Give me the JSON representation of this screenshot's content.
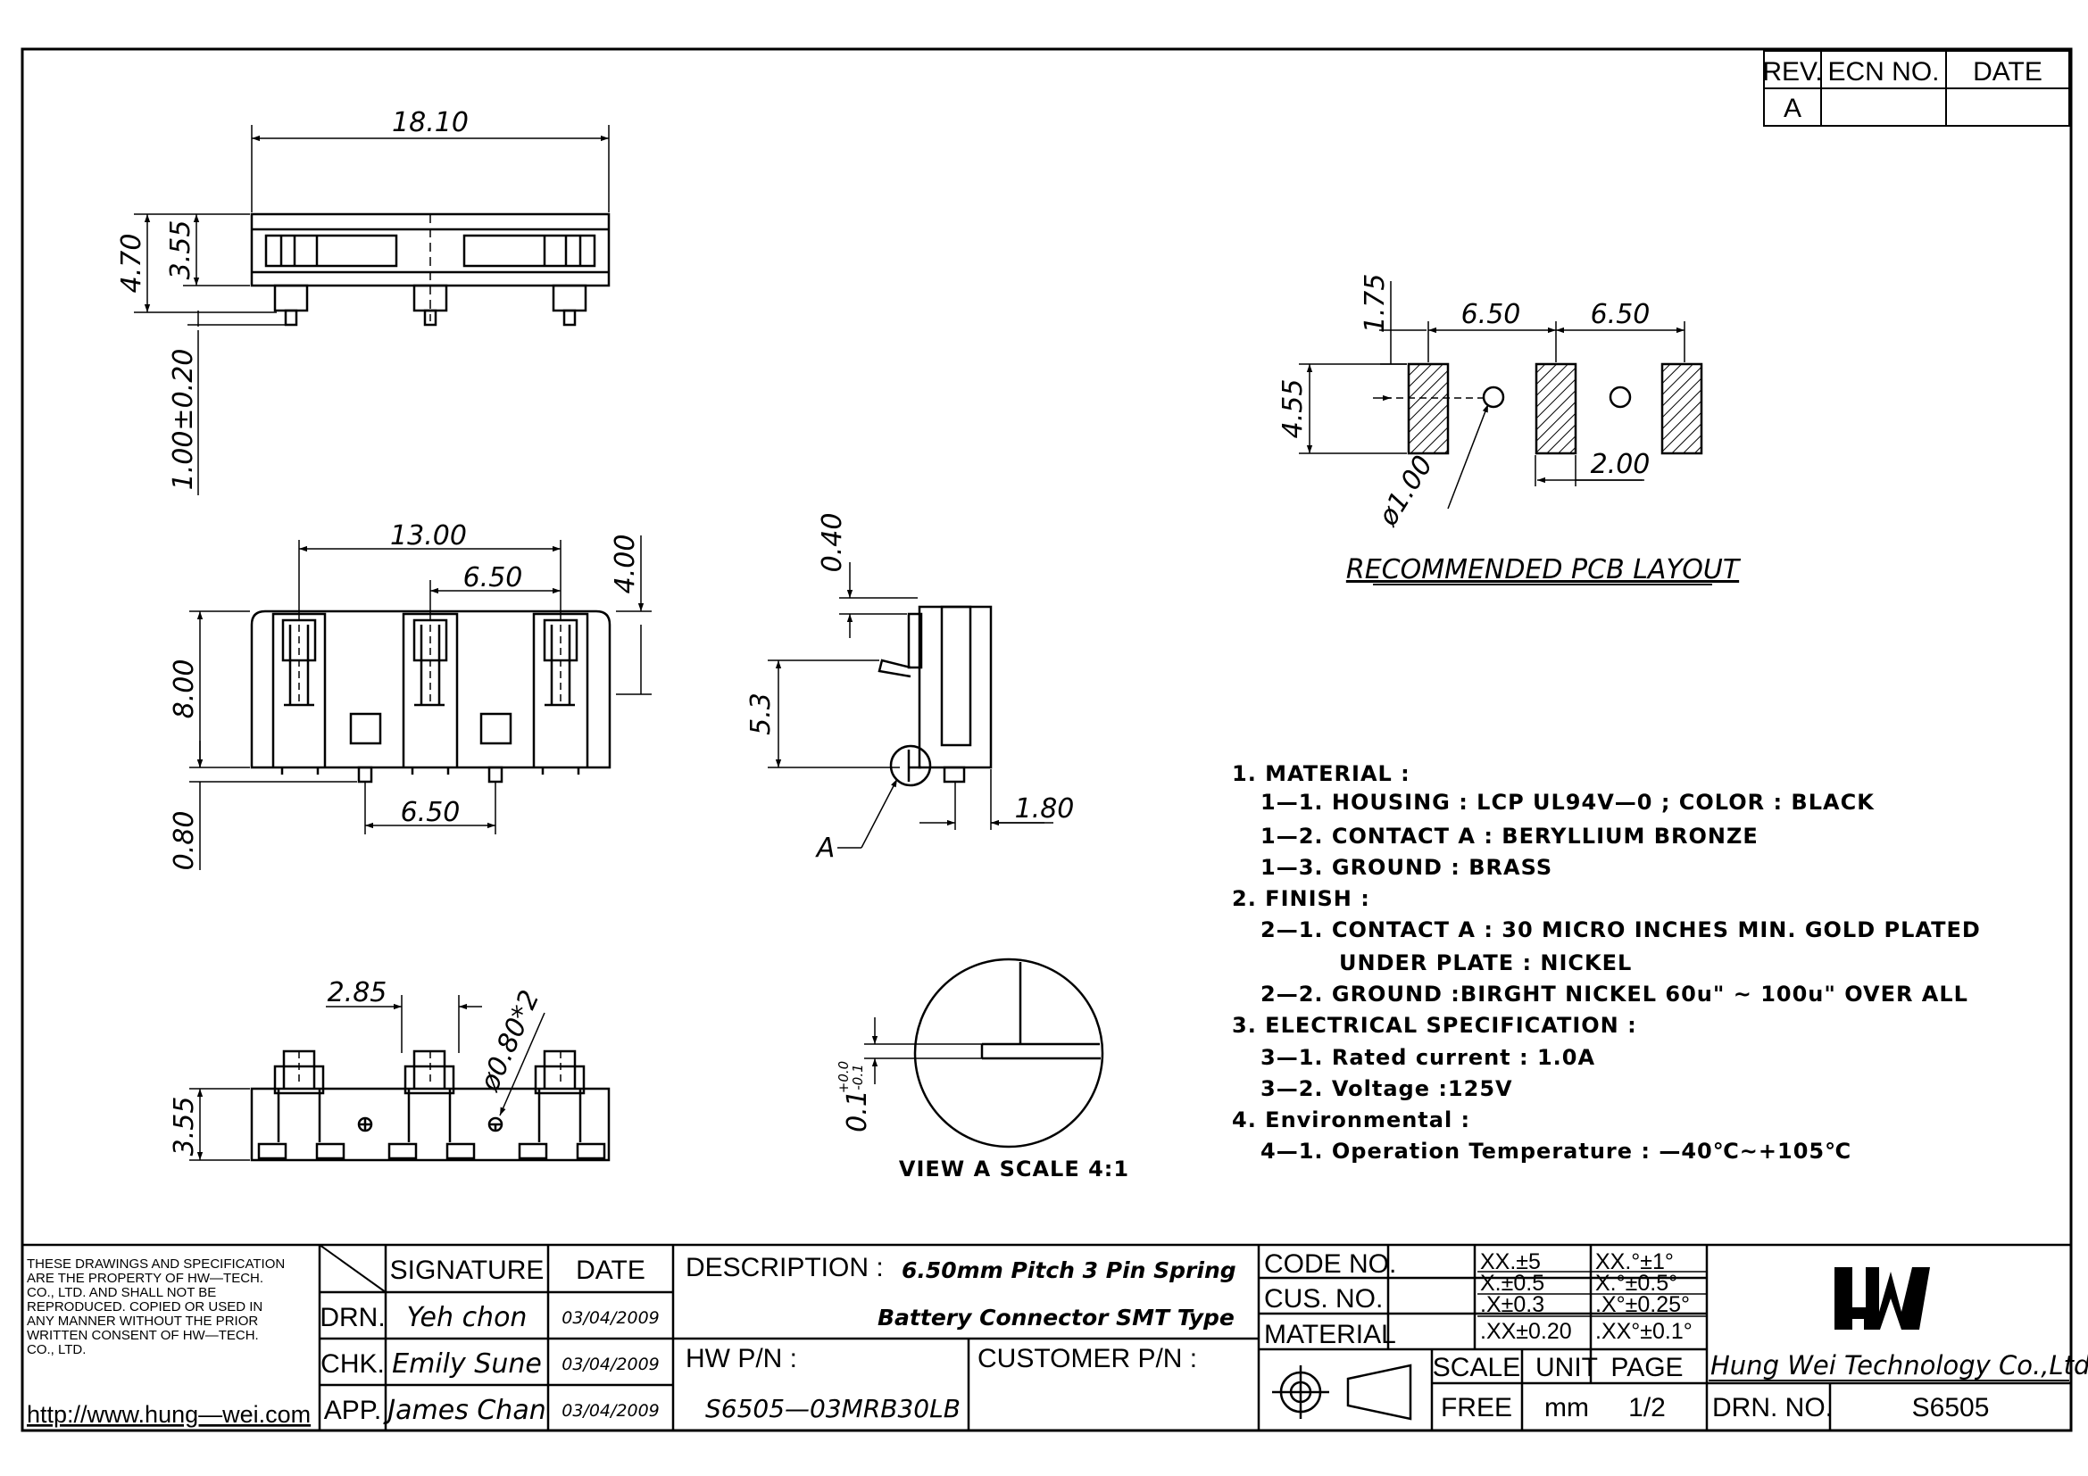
{
  "revision_block": {
    "rev_header": "REV.",
    "ecn_header": "ECN NO.",
    "date_header": "DATE",
    "rev_value": "A"
  },
  "top_view": {
    "width_dim": "18.10",
    "height_dim": "4.70",
    "body_dim": "3.55",
    "lead_dim": "1.00±0.20"
  },
  "front_view": {
    "outer_pitch_dim": "13.00",
    "pitch_dim": "6.50",
    "top_dim": "4.00",
    "height_dim": "8.00",
    "bottom_pitch_dim": "6.50",
    "bottom_dim": "0.80"
  },
  "bottom_view": {
    "offset_dim": "2.85",
    "hole_dim": "ø0.80*2",
    "height_dim": "3.55"
  },
  "side_view": {
    "top_dim": "0.40",
    "height_dim": "5.3",
    "depth_dim": "1.80",
    "detail_label": "A"
  },
  "view_a": {
    "tolerance_dim": "0.1",
    "tol_plus": "+0.0",
    "tol_minus": "-0.1",
    "caption": "VIEW A SCALE 4:1"
  },
  "pcb_layout": {
    "top_dim": "1.75",
    "pitch_dim_1": "6.50",
    "pitch_dim_2": "6.50",
    "height_dim": "4.55",
    "pad_dim": "2.00",
    "hole_dim": "ø1.00",
    "title": "RECOMMENDED PCB LAYOUT"
  },
  "notes": [
    "1. MATERIAL :",
    "1—1. HOUSING : LCP UL94V—0 ; COLOR : BLACK",
    "1—2. CONTACT A : BERYLLIUM BRONZE",
    "1—3. GROUND : BRASS",
    "2. FINISH :",
    "2—1. CONTACT A : 30 MICRO INCHES MIN. GOLD PLATED",
    "UNDER PLATE : NICKEL",
    "2—2. GROUND :BIRGHT NICKEL 60u\" ~ 100u\" OVER ALL",
    "3. ELECTRICAL SPECIFICATION :",
    "3—1. Rated current : 1.0A",
    "3—2. Voltage :125V",
    "4. Environmental :",
    "4—1. Operation Temperature : —40℃~+105℃"
  ],
  "title_block": {
    "disclaimer": [
      "THESE DRAWINGS AND SPECIFICATION",
      "ARE THE PROPERTY OF HW—TECH.",
      "CO., LTD. AND SHALL NOT BE",
      "REPRODUCED. COPIED OR USED IN",
      "ANY MANNER WITHOUT THE PRIOR",
      "WRITTEN CONSENT OF HW—TECH.",
      "CO., LTD."
    ],
    "website": "http://www.hung—wei.com",
    "signature_header": "SIGNATURE",
    "date_header": "DATE",
    "rows": [
      {
        "role": "DRN.",
        "name": "Yeh chon",
        "date": "03/04/2009"
      },
      {
        "role": "CHK.",
        "name": "Emily Sune",
        "date": "03/04/2009"
      },
      {
        "role": "APP.",
        "name": "James Chan",
        "date": "03/04/2009"
      }
    ],
    "description_label": "DESCRIPTION :",
    "description_line1": "6.50mm Pitch 3 Pin Spring",
    "description_line2": "Battery Connector SMT Type",
    "hw_pn_label": "HW P/N :",
    "hw_pn_value": "S6505—03MRB30LB",
    "customer_pn_label": "CUSTOMER P/N :",
    "code_no_label": "CODE NO.",
    "cus_no_label": "CUS. NO.",
    "material_label": "MATERIAL",
    "tolerances": [
      "XX.±5",
      "XX.°±1°",
      "X.±0.5",
      "X.°±0.5°",
      ".X±0.3",
      ".X°±0.25°",
      ".XX±0.20",
      ".XX°±0.1°"
    ],
    "scale_label": "SCALE",
    "scale_value": "FREE",
    "unit_label": "UNIT",
    "unit_value": "mm",
    "page_label": "PAGE",
    "page_value": "1/2",
    "company": "Hung Wei Technology Co.,Ltd.",
    "logo_text": "HW",
    "drn_no_label": "DRN. NO.",
    "drn_no_value": "S6505"
  }
}
